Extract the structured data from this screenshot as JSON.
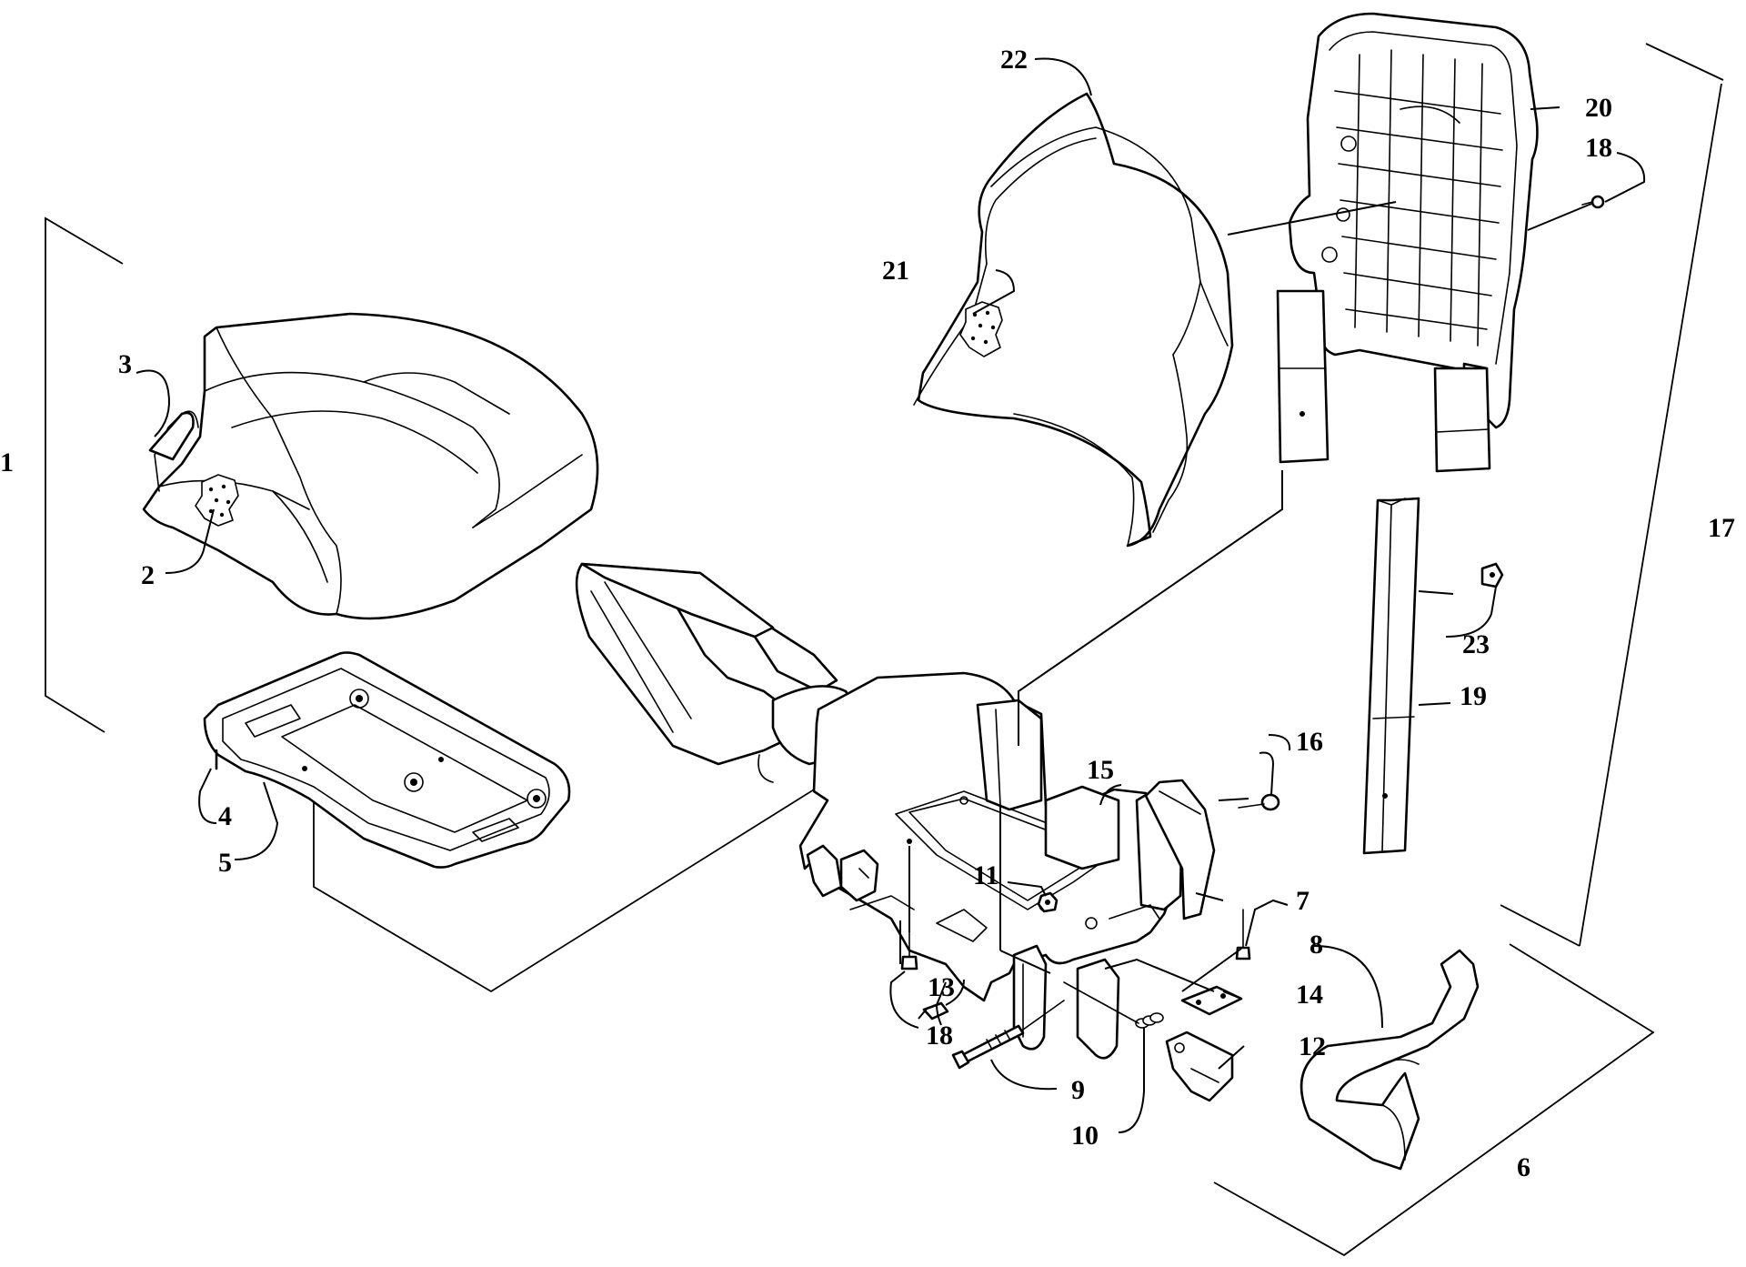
{
  "callouts": {
    "c1": "1",
    "c2": "2",
    "c3": "3",
    "c4": "4",
    "c5": "5",
    "c6": "6",
    "c7": "7",
    "c8": "8",
    "c9": "9",
    "c10": "10",
    "c11": "11",
    "c12": "12",
    "c13": "13",
    "c14": "14",
    "c15": "15",
    "c16": "16",
    "c17": "17",
    "c18a": "18",
    "c18b": "18",
    "c19": "19",
    "c20": "20",
    "c21": "21",
    "c22": "22",
    "c23": "23"
  }
}
